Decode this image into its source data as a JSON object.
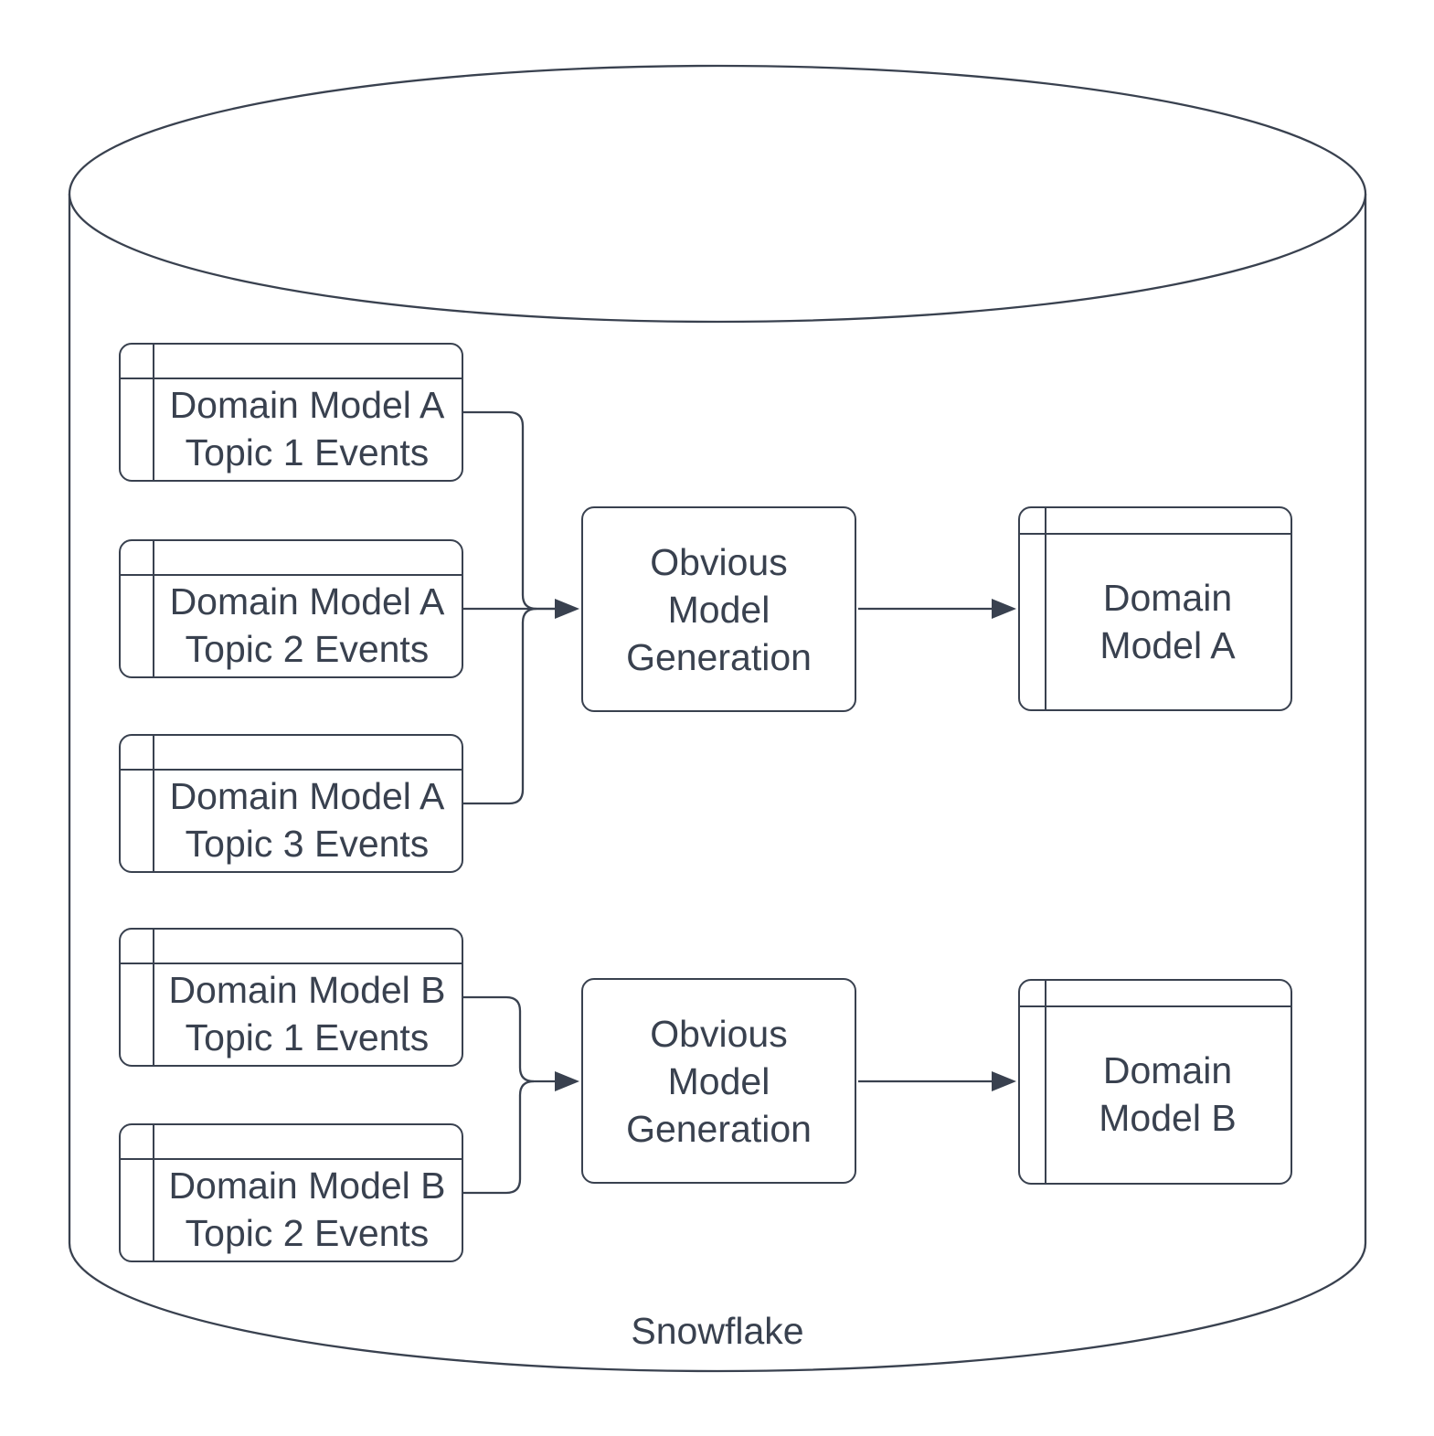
{
  "colors": {
    "stroke": "#39414f",
    "text": "#39414f",
    "background": "#ffffff"
  },
  "cylinder": {
    "label": "Snowflake"
  },
  "pipelines": [
    {
      "name": "A",
      "sources": [
        {
          "label": "Domain Model A\nTopic 1 Events"
        },
        {
          "label": "Domain Model A\nTopic 2 Events"
        },
        {
          "label": "Domain Model A\nTopic 3 Events"
        }
      ],
      "process": {
        "label": "Obvious\nModel\nGeneration"
      },
      "output": {
        "label": "Domain\nModel A"
      }
    },
    {
      "name": "B",
      "sources": [
        {
          "label": "Domain Model B\nTopic 1 Events"
        },
        {
          "label": "Domain Model B\nTopic 2 Events"
        }
      ],
      "process": {
        "label": "Obvious\nModel\nGeneration"
      },
      "output": {
        "label": "Domain\nModel B"
      }
    }
  ]
}
